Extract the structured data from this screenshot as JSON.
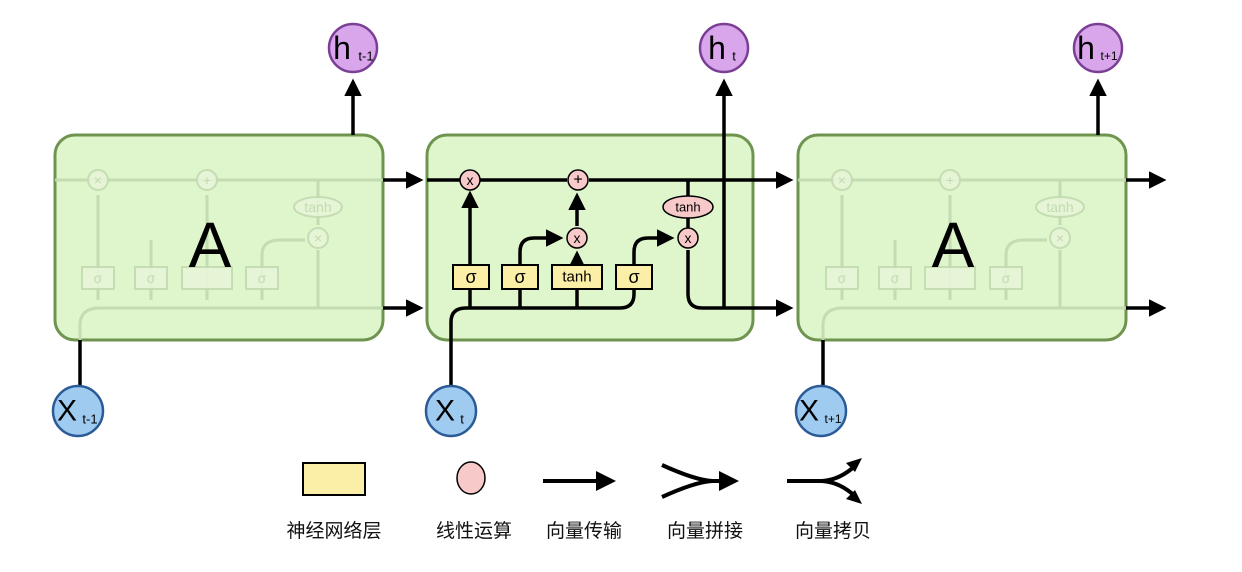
{
  "cells": [
    {
      "label": "A",
      "faint_ops": [
        "×",
        "+",
        "tanh",
        "×"
      ],
      "faint_gates": [
        "σ",
        "σ",
        "σ"
      ]
    },
    {
      "label": "",
      "ops": [
        "x",
        "+",
        "x",
        "x"
      ],
      "tanh_op": "tanh",
      "gates": [
        "σ",
        "σ",
        "tanh",
        "σ"
      ]
    },
    {
      "label": "A",
      "faint_ops": [
        "×",
        "+",
        "tanh",
        "×"
      ],
      "faint_gates": [
        "σ",
        "σ",
        "σ"
      ]
    }
  ],
  "outputs": [
    {
      "main": "h",
      "sub": "t-1"
    },
    {
      "main": "h",
      "sub": "t"
    },
    {
      "main": "h",
      "sub": "t+1"
    }
  ],
  "inputs": [
    {
      "main": "X",
      "sub": "t-1"
    },
    {
      "main": "X",
      "sub": "t"
    },
    {
      "main": "X",
      "sub": "t+1"
    }
  ],
  "legend": [
    {
      "label": "神经网络层"
    },
    {
      "label": "线性运算"
    },
    {
      "label": "向量传输"
    },
    {
      "label": "向量拼接"
    },
    {
      "label": "向量拷贝"
    }
  ],
  "colors": {
    "cell_fill": "#dff5cc",
    "cell_stroke": "#6f9450",
    "output_fill": "#d9a6ec",
    "output_stroke": "#7a3f95",
    "input_fill": "#9fcbf0",
    "input_stroke": "#2b5b96",
    "gate_fill": "#fbeea6",
    "op_fill": "#f8c9c9",
    "line": "#000000"
  }
}
